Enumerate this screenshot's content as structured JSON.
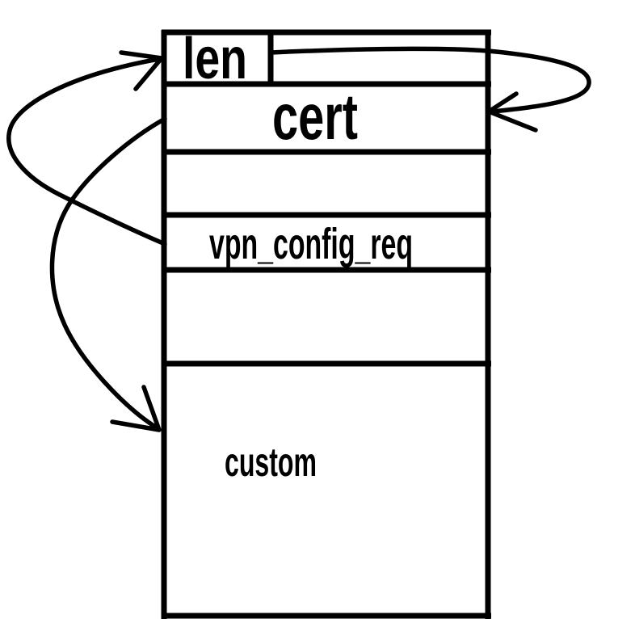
{
  "colors": {
    "background": "#ffffff",
    "ink": "#000000"
  },
  "diagram": {
    "kind": "hand-drawn message structure diagram",
    "labels": {
      "len": "len",
      "cert": "cert",
      "vpn_config_req": "vpn_config_req",
      "custom": "custom"
    },
    "rows": [
      {
        "id": "header",
        "cells": [
          "len",
          ""
        ]
      },
      {
        "id": "cert-row",
        "cells": [
          "cert"
        ]
      },
      {
        "id": "empty-row-1",
        "cells": [
          ""
        ]
      },
      {
        "id": "vpn-row",
        "cells": [
          "vpn_config_req"
        ]
      },
      {
        "id": "empty-row-2",
        "cells": [
          ""
        ]
      },
      {
        "id": "custom-row",
        "cells": [
          "custom"
        ]
      }
    ],
    "arrows": [
      {
        "id": "len-to-cert",
        "from": "len",
        "to": "cert",
        "route": "loops right outside the box, points left into cert right edge"
      },
      {
        "id": "vpn-to-len",
        "from": "vpn_config_req",
        "to": "len",
        "route": "loops left outside the box, points right into len left edge"
      },
      {
        "id": "cert-to-custom",
        "from": "cert",
        "to": "custom",
        "route": "arcs left outside the box, points down-right into custom left edge"
      }
    ]
  }
}
